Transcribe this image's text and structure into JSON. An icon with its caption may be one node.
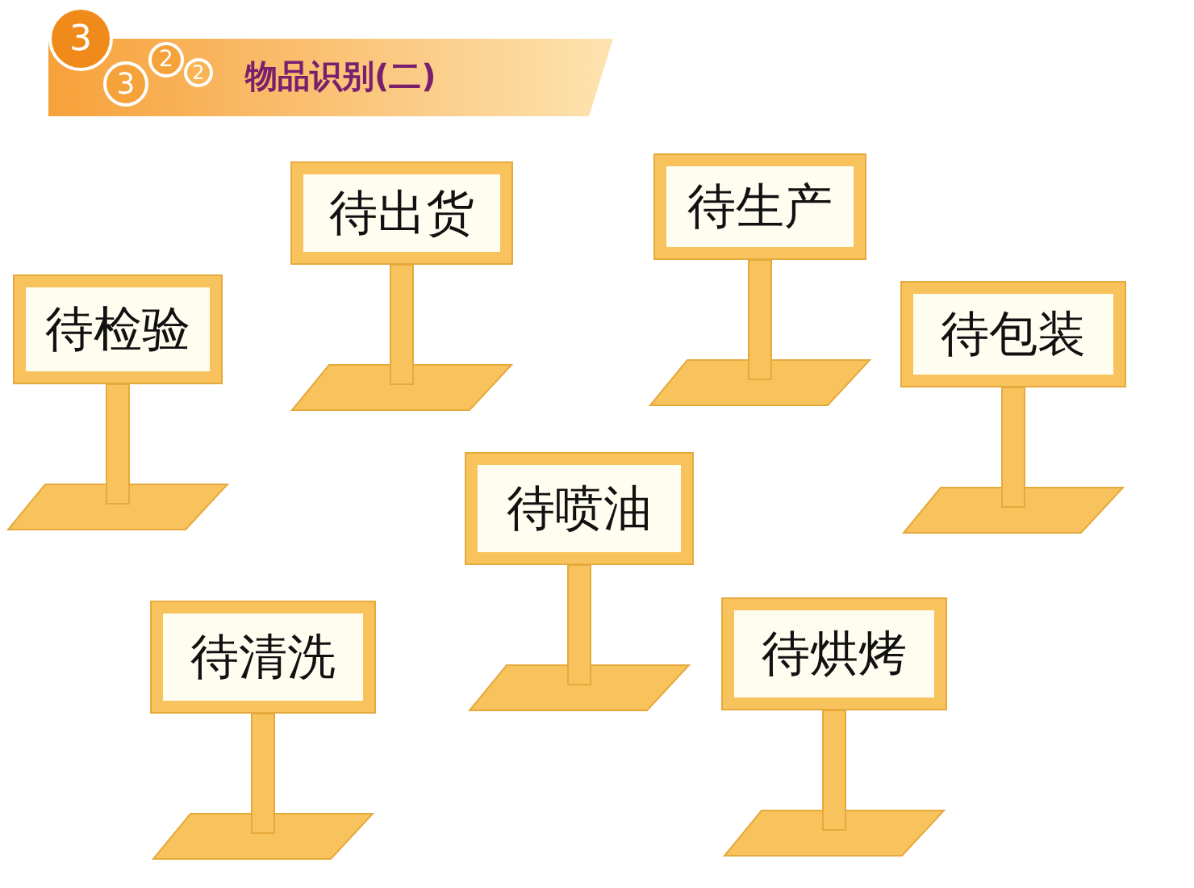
{
  "diagram": {
    "title": "物品识别(二)",
    "nodes": [
      {
        "text": [
          "待出货"
        ]
      },
      {
        "text": [
          "待生产"
        ]
      },
      {
        "text": [
          "待检验"
        ]
      },
      {
        "text": [
          "待包装"
        ]
      },
      {
        "text": [
          "待喷油"
        ]
      },
      {
        "text": [
          "待清洗"
        ]
      },
      {
        "text": [
          "待烘烤"
        ]
      }
    ],
    "edges": [],
    "labels": [
      "3",
      "3",
      "2",
      "2"
    ]
  }
}
